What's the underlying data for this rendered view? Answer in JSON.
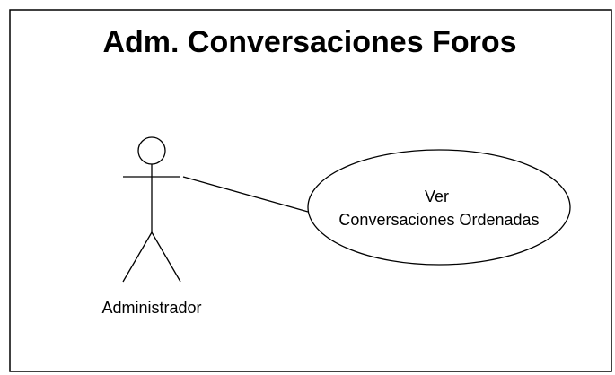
{
  "diagram": {
    "type": "uml-use-case",
    "title": "Adm. Conversaciones Foros",
    "actor": {
      "name": "Administrador"
    },
    "use_case": {
      "line1": "Ver",
      "line2": "Conversaciones Ordenadas"
    },
    "relationships": [
      {
        "from": "Administrador",
        "to": "Ver Conversaciones Ordenadas",
        "type": "association"
      }
    ],
    "colors": {
      "stroke": "#000000",
      "background": "#ffffff"
    }
  }
}
